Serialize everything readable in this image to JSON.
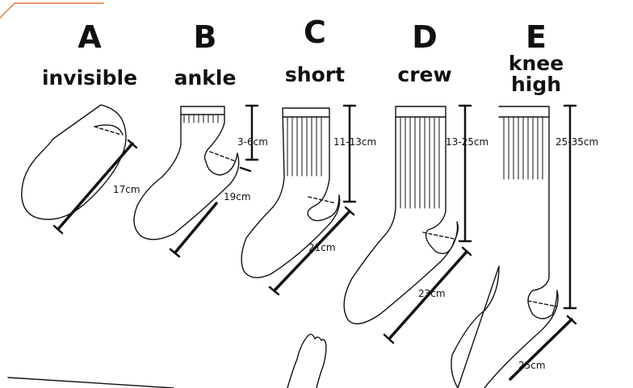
{
  "sock_types": [
    {
      "letter": "A",
      "name": "invisible",
      "height_label": "",
      "foot_label": "17cm"
    },
    {
      "letter": "B",
      "name": "ankle",
      "height_label": "3-6cm",
      "foot_label": "19cm"
    },
    {
      "letter": "C",
      "name": "short",
      "height_label": "11-13cm",
      "foot_label": "21cm"
    },
    {
      "letter": "D",
      "name": "crew",
      "height_label": "13-25cm",
      "foot_label": "23cm"
    },
    {
      "letter": "E",
      "name_line1": "knee",
      "name_line2": "high",
      "height_label": "25-35cm",
      "foot_label": "25cm"
    }
  ],
  "colors": {
    "line": "#111111",
    "accent": "#e07b39",
    "background": "#ffffff"
  }
}
